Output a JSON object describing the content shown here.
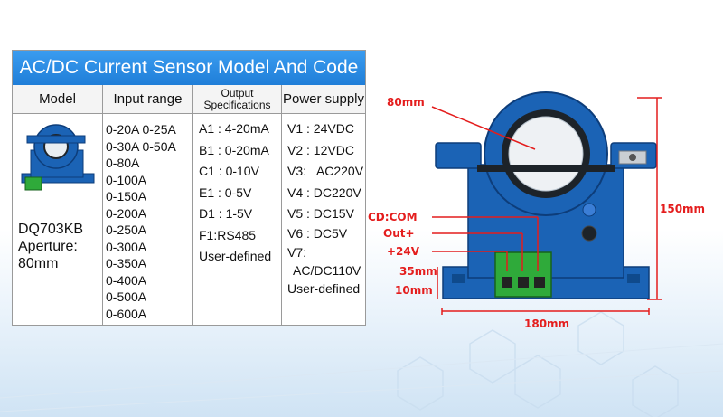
{
  "table": {
    "title": "AC/DC Current Sensor Model And Code",
    "headers": {
      "model": "Model",
      "input": "Input range",
      "output": "Output Specifications",
      "power": "Power supply"
    },
    "model": {
      "code": "DQ703KB",
      "aperture_label": "Aperture:",
      "aperture_value": "80mm"
    },
    "input_ranges": [
      "0-20A 0-25A",
      "0-30A 0-50A",
      "0-80A",
      "0-100A",
      "0-150A",
      "0-200A",
      "0-250A",
      "0-300A",
      "0-350A",
      "0-400A",
      "0-500A",
      "0-600A"
    ],
    "outputs": [
      "A1 : 4-20mA",
      "B1 : 0-20mA",
      "C1 : 0-10V",
      "E1 : 0-5V",
      "D1 : 1-5V",
      "F1:RS485",
      "User-defined"
    ],
    "power": [
      "V1 : 24VDC",
      "V2 : 12VDC",
      "V3:   AC220V",
      "V4 : DC220V",
      "V5 : DC15V",
      "V6 : DC5V",
      "V7:",
      "AC/DC110V",
      "User-defined"
    ]
  },
  "diagram": {
    "aperture": "80mm",
    "height": "150mm",
    "width": "180mm",
    "base_depth": "35mm",
    "base_height": "10mm",
    "pins": [
      "CD:COM",
      "Out+",
      "+24V"
    ]
  },
  "colors": {
    "accent": "#1f7ed8",
    "sensor_blue": "#1b63b5",
    "dimension_red": "#e41d1d",
    "terminal_green": "#2faa3a"
  }
}
